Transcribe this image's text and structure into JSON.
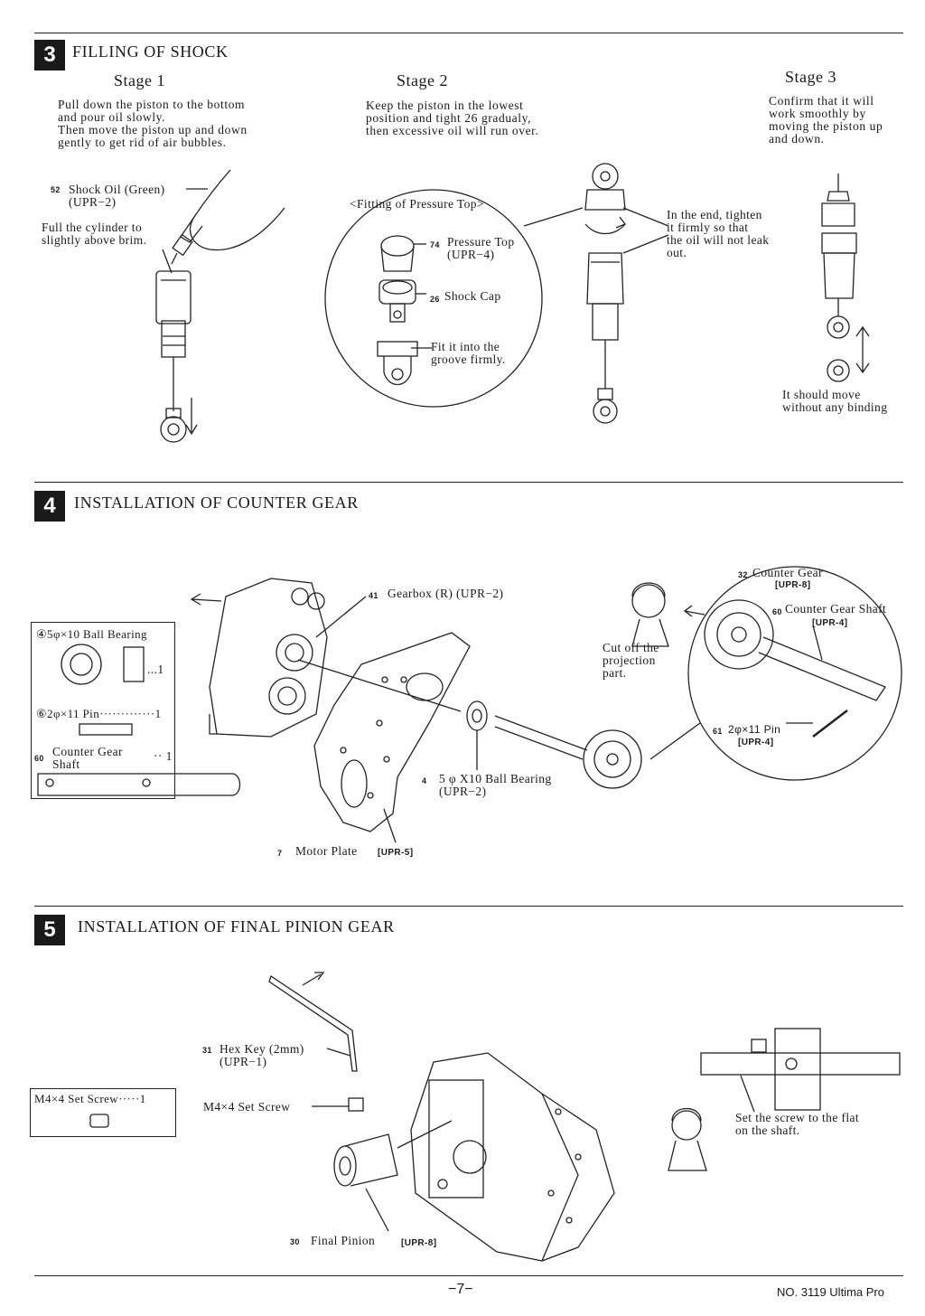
{
  "section3": {
    "number": "3",
    "title": "FILLING OF SHOCK",
    "stage1": {
      "title": "Stage 1",
      "text": "Pull down the piston to the bottom\nand pour oil slowly.\nThen move the piston up and down\ngently to get rid of air bubbles.",
      "oil_label": "Shock Oil (Green)\n(UPR−2)",
      "oil_num": "52",
      "fill_label": "Full the cylinder to\nslightly above brim."
    },
    "stage2": {
      "title": "Stage 2",
      "text": "Keep the piston in the lowest\nposition and tight 26 gradualy,\nthen excessive oil will run over.",
      "circle_title": "<Fitting of Pressure Top>",
      "pressure_top": "Pressure Top\n(UPR−4)",
      "pressure_num": "74",
      "shock_cap": "Shock Cap",
      "shock_cap_num": "26",
      "fit_text": "Fit it into the\ngroove firmly.",
      "tighten_text": "In the end, tighten\nit firmly so that\nthe oil will not leak\nout."
    },
    "stage3": {
      "title": "Stage 3",
      "text": "Confirm that it will\nwork smoothly by\nmoving the piston up\nand down.",
      "move_text": "It should move\nwithout any binding"
    }
  },
  "section4": {
    "number": "4",
    "title": "INSTALLATION OF COUNTER GEAR",
    "parts_box": {
      "bearing": "④5φ×10 Ball Bearing",
      "bearing_qty": "...1",
      "pin": "⑥2φ×11 Pin·············1",
      "shaft": "Counter Gear\nShaft",
      "shaft_num": "60",
      "shaft_qty": "·· 1"
    },
    "gearbox": "Gearbox (R) (UPR−2)",
    "gearbox_num": "41",
    "bearing_label": "5 φ X10 Ball Bearing\n(UPR−2)",
    "bearing_num": "4",
    "motor_plate": "Motor Plate",
    "motor_plate_num": "7",
    "motor_plate_code": "[UPR-5]",
    "cut_text": "Cut off the\nprojection\npart.",
    "counter_gear": "Counter Gear",
    "counter_gear_num": "32",
    "counter_gear_code": "[UPR-8]",
    "counter_shaft": "Counter Gear Shaft",
    "counter_shaft_num": "60",
    "counter_shaft_code": "[UPR-4]",
    "pin_label": "2φ×11 Pin",
    "pin_num": "61",
    "pin_code": "[UPR-4]"
  },
  "section5": {
    "number": "5",
    "title": "INSTALLATION OF FINAL PINION GEAR",
    "parts_box": "M4×4 Set Screw·····1",
    "hex_key": "Hex Key (2mm)\n(UPR−1)",
    "hex_key_num": "31",
    "set_screw": "M4×4 Set Screw",
    "final_pinion": "Final Pinion",
    "final_pinion_num": "30",
    "final_pinion_code": "[UPR-8]",
    "flat_text": "Set the screw to the flat\non the shaft."
  },
  "footer": {
    "page": "−7−",
    "doc": "NO. 3119 Ultima Pro"
  }
}
